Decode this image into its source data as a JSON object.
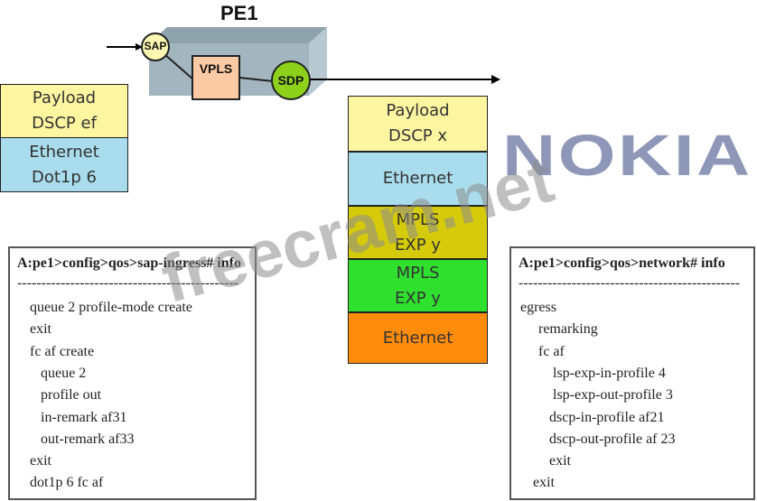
{
  "diagram": {
    "pe_title": "PE1",
    "nodes": {
      "sap": "SAP",
      "vpls": "VPLS",
      "sdp": "SDP"
    },
    "ingress_stack": [
      {
        "lines": [
          "Payload",
          "DSCP ef"
        ],
        "color": "#fdf5a0"
      },
      {
        "lines": [
          "Ethernet",
          "Dot1p 6"
        ],
        "color": "#a9dcec"
      }
    ],
    "egress_stack": [
      {
        "lines": [
          "Payload",
          "DSCP x"
        ],
        "color": "#fdf5a0"
      },
      {
        "lines": [
          "Ethernet"
        ],
        "color": "#a9dcec"
      },
      {
        "lines": [
          "MPLS",
          "EXP y"
        ],
        "color": "#d6cb0a"
      },
      {
        "lines": [
          "MPLS",
          "EXP y"
        ],
        "color": "#2fe02f"
      },
      {
        "lines": [
          "Ethernet"
        ],
        "color": "#ff8c0a"
      }
    ]
  },
  "logo": "NOKIA",
  "watermark": "freecram.net",
  "sap_ingress_config": {
    "header": "A:pe1>config>qos>sap-ingress# info",
    "separator": "----------------------------------------------",
    "lines": [
      "queue 2 profile-mode create",
      "exit",
      "fc af create",
      "queue 2",
      "profile out",
      "in-remark af31",
      "out-remark af33",
      "exit",
      "dot1p 6 fc af"
    ]
  },
  "network_config": {
    "header": "A:pe1>config>qos>network# info",
    "separator": "----------------------------------------------",
    "lines": [
      "egress",
      "remarking",
      "fc af",
      "lsp-exp-in-profile 4",
      "lsp-exp-out-profile 3",
      "dscp-in-profile af21",
      "dscp-out-profile af 23",
      "exit",
      "exit"
    ]
  }
}
